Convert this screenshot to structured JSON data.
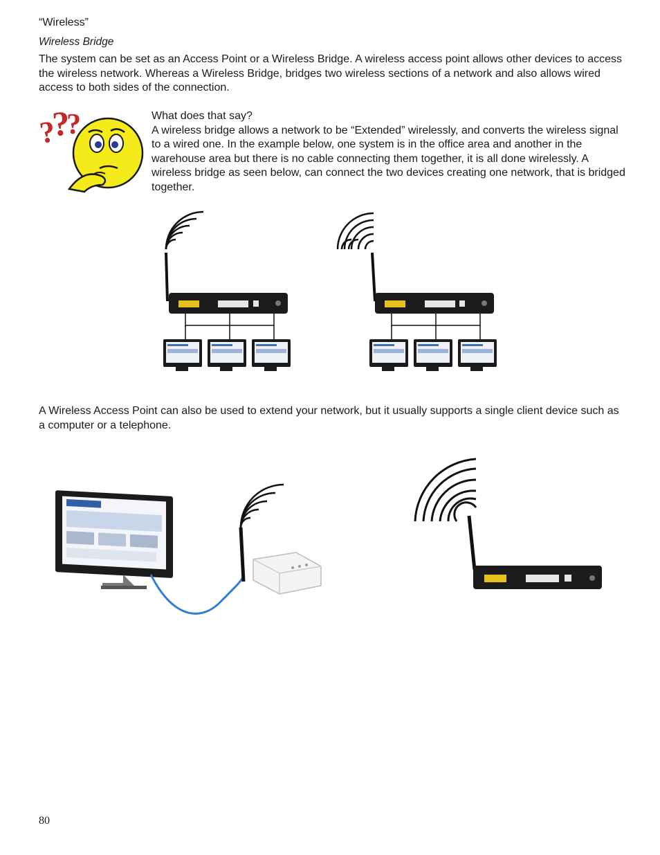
{
  "header": {
    "section_title": "“Wireless”",
    "subsection_title": "Wireless Bridge"
  },
  "intro_paragraph": "The system can be set as an Access Point or a Wireless Bridge. A wireless access point allows other devices to access the wireless network. Whereas a Wireless Bridge, bridges two wireless sections of a network and also allows wired access to both sides of the connection.",
  "question_box": {
    "icon": "thinking-face-icon",
    "question": "What does that say?",
    "answer": "A wireless bridge allows a network to be “Extended” wirelessly, and converts the wireless signal to a wired one. In the example below, one system is in the office area and another in the warehouse area but there is no cable connecting them together, it is all done wirelessly.  A wireless bridge as seen below, can connect the two devices creating one network, that is bridged together."
  },
  "access_point_paragraph": "A Wireless Access Point can also be used to extend your network, but it usually supports a single client device such as a computer or a telephone.",
  "page_number": "80",
  "colors": {
    "router_body": "#1b1b1b",
    "router_port_yellow": "#e8c21c",
    "router_port_light": "#e6e6e6",
    "cable_blue": "#2f7fd0",
    "face_yellow": "#f5ea1a",
    "question_mark_red": "#c2282d"
  }
}
